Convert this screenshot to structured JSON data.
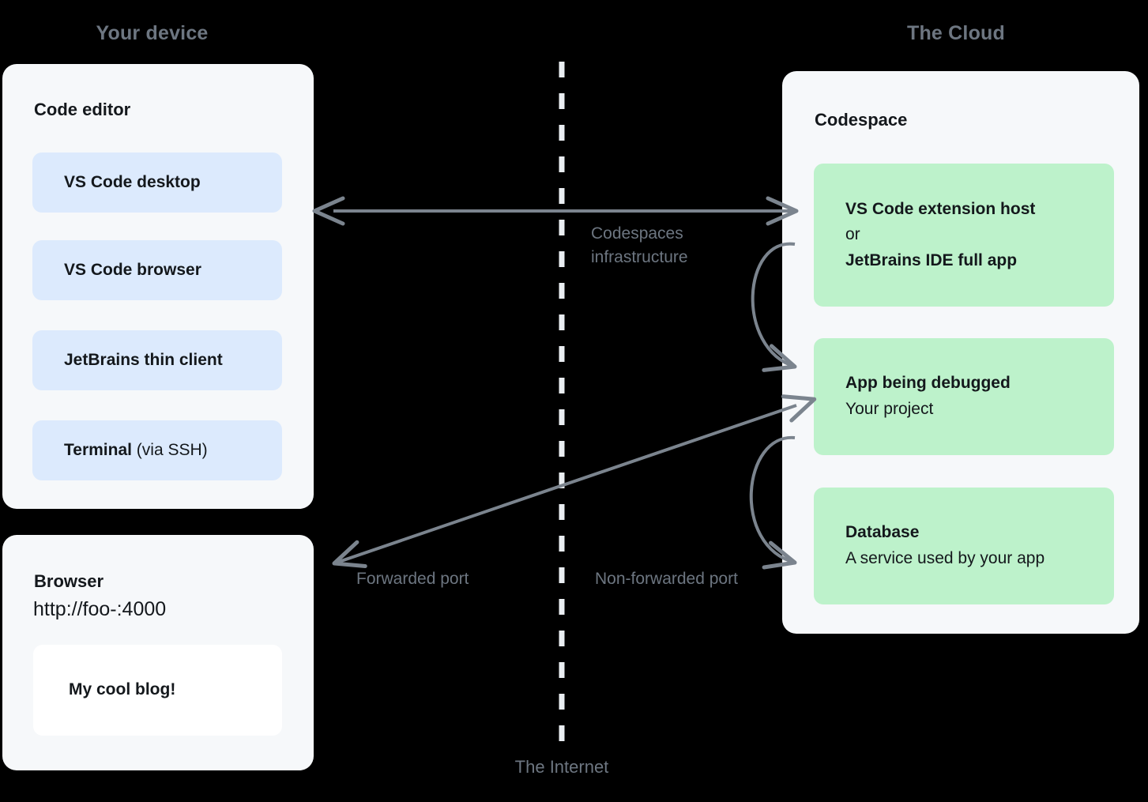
{
  "regions": {
    "device": {
      "title": "Your device"
    },
    "cloud": {
      "title": "The Cloud"
    }
  },
  "device_panel": {
    "heading": "Code editor",
    "chips": [
      {
        "bold": "VS Code desktop",
        "rest": ""
      },
      {
        "bold": "VS Code browser",
        "rest": ""
      },
      {
        "bold": "JetBrains thin client",
        "rest": ""
      },
      {
        "bold": "Terminal",
        "rest": " (via SSH)"
      }
    ]
  },
  "browser_panel": {
    "heading": "Browser",
    "url": "http://foo-:4000",
    "page_title": "My cool blog!"
  },
  "cloud_panel": {
    "heading": "Codespace",
    "chips": [
      {
        "line1_bold": "VS Code extension host",
        "line2_normal": "or",
        "line3_bold": "JetBrains IDE full app"
      },
      {
        "line1_bold": "App being debugged",
        "line2_normal": "Your project"
      },
      {
        "line1_bold": "Database",
        "line2_normal": "A service used by your app"
      }
    ]
  },
  "wires": {
    "infrastructure_label": "Codespaces\ninfrastructure",
    "forwarded_label": "Forwarded port",
    "non_forwarded_label": "Non-forwarded port",
    "internet_label": "The Internet"
  },
  "colors": {
    "background": "#000000",
    "panel": "#f6f8fa",
    "chip_blue": "#dceafd",
    "chip_green": "#bdf2cb",
    "card_white": "#ffffff",
    "heading_gray": "#6d7681",
    "text_dark": "#14181c",
    "wire_gray": "#7b848e",
    "divider": "#eaeef2"
  }
}
